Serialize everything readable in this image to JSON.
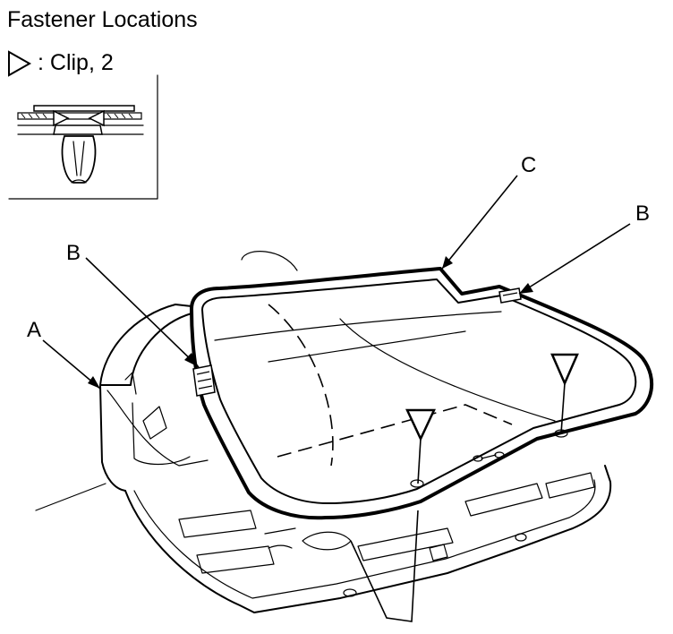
{
  "title": "Fastener Locations",
  "legend": {
    "symbol": "triangle-clip-icon",
    "text": ": Clip, 2"
  },
  "callouts": {
    "a": "A",
    "b_left": "B",
    "b_right": "B",
    "c": "C"
  }
}
